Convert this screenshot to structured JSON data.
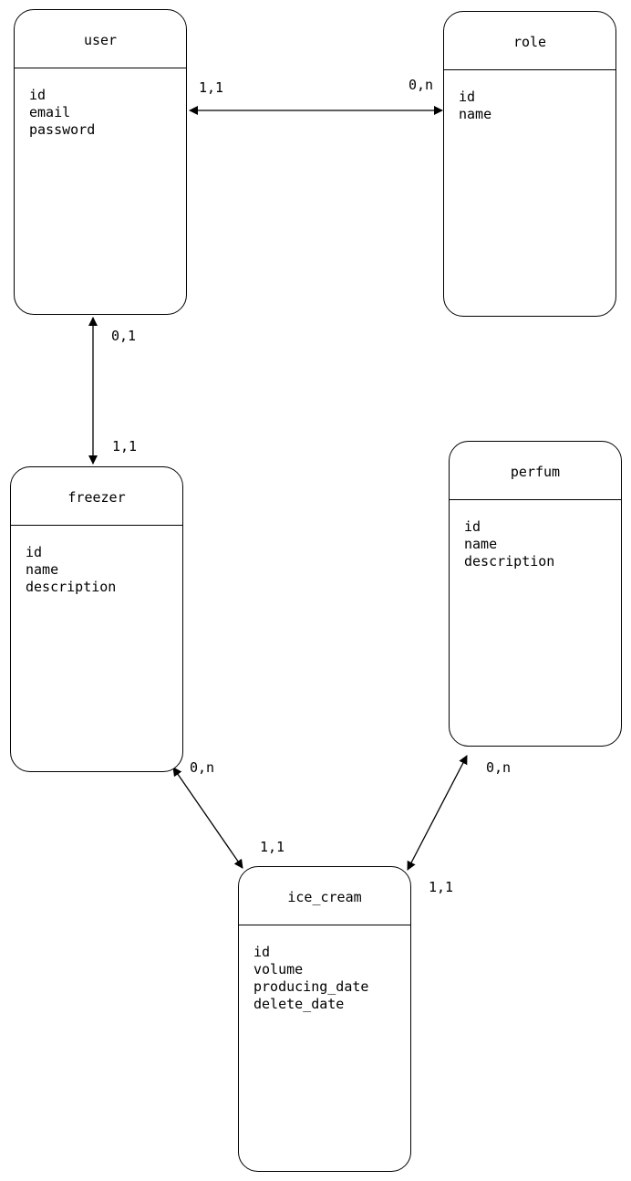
{
  "entities": {
    "user": {
      "name": "user",
      "fields": [
        "id",
        "email",
        "password"
      ]
    },
    "role": {
      "name": "role",
      "fields": [
        "id",
        "name"
      ]
    },
    "freezer": {
      "name": "freezer",
      "fields": [
        "id",
        "name",
        "description"
      ]
    },
    "perfum": {
      "name": "perfum",
      "fields": [
        "id",
        "name",
        "description"
      ]
    },
    "ice_cream": {
      "name": "ice_cream",
      "fields": [
        "id",
        "volume",
        "producing_date",
        "delete_date"
      ]
    }
  },
  "relations": [
    {
      "from": "user",
      "to": "role",
      "from_card": "1,1",
      "to_card": "0,n"
    },
    {
      "from": "user",
      "to": "freezer",
      "from_card": "0,1",
      "to_card": "1,1"
    },
    {
      "from": "freezer",
      "to": "ice_cream",
      "from_card": "0,n",
      "to_card": "1,1"
    },
    {
      "from": "perfum",
      "to": "ice_cream",
      "from_card": "0,n",
      "to_card": "1,1"
    }
  ]
}
